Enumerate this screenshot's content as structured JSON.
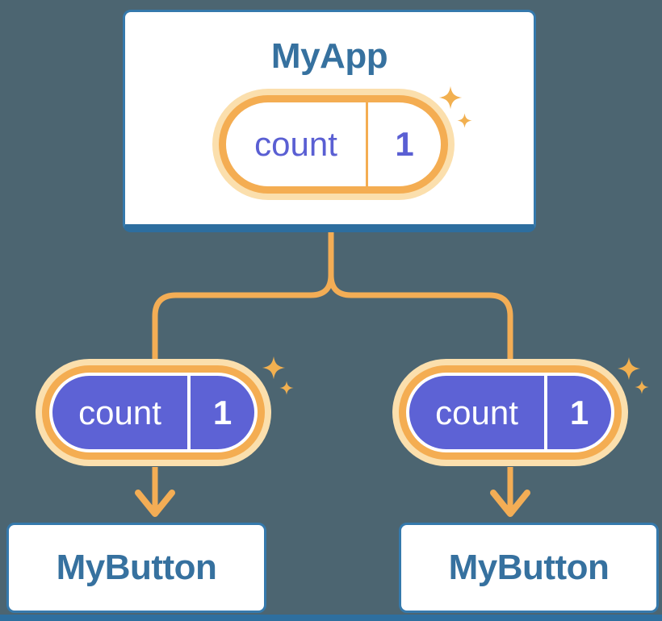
{
  "colors": {
    "background": "#4c6571",
    "card_fill": "#ffffff",
    "card_border": "#3579ac",
    "card_border_bottom": "#2d6e9f",
    "floor_bar": "#2e6f9f",
    "title_text": "#36719f",
    "connector_orange": "#f3ad55",
    "pill_ring_orange": "#f4ad52",
    "pill_glow": "#fbdfad",
    "pill_fill_active": "#5d62d5",
    "pill_text_idle": "#5a5fd3",
    "pill_text_active": "#ffffff",
    "sparkle": "#f2b050"
  },
  "icons": {
    "sparkle": "four-point-star"
  },
  "parent": {
    "title": "MyApp",
    "state": {
      "name": "count",
      "value": "1"
    }
  },
  "children": [
    {
      "title": "MyButton",
      "state": {
        "name": "count",
        "value": "1"
      }
    },
    {
      "title": "MyButton",
      "state": {
        "name": "count",
        "value": "1"
      }
    }
  ]
}
